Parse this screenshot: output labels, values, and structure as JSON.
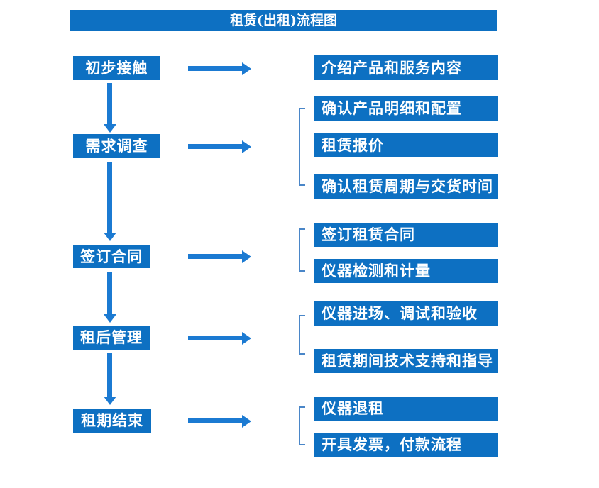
{
  "title": "租赁(出租)流程图",
  "colors": {
    "box_blue": "#0d70c2",
    "arrow_blue": "#1b7ad2",
    "bracket_blue": "#4a86c8",
    "text_white": "#ffffff"
  },
  "steps": [
    {
      "label": "初步接触",
      "details": [
        "介绍产品和服务内容"
      ]
    },
    {
      "label": "需求调查",
      "details": [
        "确认产品明细和配置",
        "租赁报价",
        "确认租赁周期与交货时间"
      ]
    },
    {
      "label": "签订合同",
      "details": [
        "签订租赁合同",
        "仪器检测和计量"
      ]
    },
    {
      "label": "租后管理",
      "details": [
        "仪器进场、调试和验收",
        "租赁期间技术支持和指导"
      ]
    },
    {
      "label": "租期结束",
      "details": [
        "仪器退租",
        "开具发票，付款流程"
      ]
    }
  ]
}
